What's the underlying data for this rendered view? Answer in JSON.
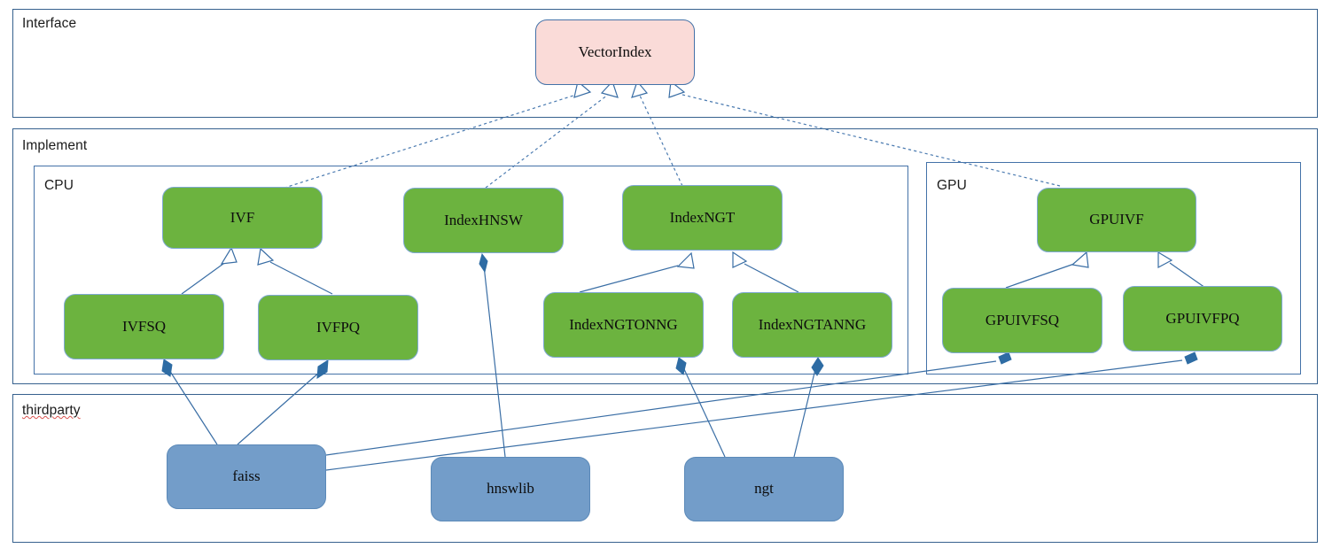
{
  "diagram": {
    "type": "uml-class-diagram",
    "title": "VectorIndex class hierarchy",
    "colors": {
      "interface_fill": "#fadbd8",
      "implement_fill": "#6cb33f",
      "thirdparty_fill": "#739dc9",
      "package_border": "#36618e",
      "edge": "#3a6ea5",
      "misspell_underline": "#d9534f"
    }
  },
  "packages": [
    {
      "id": "interface",
      "label": "Interface",
      "misspelled": false
    },
    {
      "id": "implement",
      "label": "Implement",
      "misspelled": false
    },
    {
      "id": "cpu",
      "label": "CPU",
      "misspelled": false
    },
    {
      "id": "gpu",
      "label": "GPU",
      "misspelled": false
    },
    {
      "id": "thirdparty",
      "label": "thirdparty",
      "misspelled": true
    }
  ],
  "nodes": {
    "vectorindex": {
      "label": "VectorIndex",
      "group": "interface",
      "kind": "interface"
    },
    "ivf": {
      "label": "IVF",
      "group": "cpu",
      "kind": "implementation"
    },
    "indexhnsw": {
      "label": "IndexHNSW",
      "group": "cpu",
      "kind": "implementation"
    },
    "indexngt": {
      "label": "IndexNGT",
      "group": "cpu",
      "kind": "implementation"
    },
    "ivfsq": {
      "label": "IVFSQ",
      "group": "cpu",
      "kind": "implementation"
    },
    "ivfpq": {
      "label": "IVFPQ",
      "group": "cpu",
      "kind": "implementation"
    },
    "indexngtonng": {
      "label": "IndexNGTONNG",
      "group": "cpu",
      "kind": "implementation"
    },
    "indexngtanng": {
      "label": "IndexNGTANNG",
      "group": "cpu",
      "kind": "implementation"
    },
    "gpuivf": {
      "label": "GPUIVF",
      "group": "gpu",
      "kind": "implementation"
    },
    "gpuivfsq": {
      "label": "GPUIVFSQ",
      "group": "gpu",
      "kind": "implementation"
    },
    "gpuivfpq": {
      "label": "GPUIVFPQ",
      "group": "gpu",
      "kind": "implementation"
    },
    "faiss": {
      "label": "faiss",
      "group": "thirdparty",
      "kind": "library"
    },
    "hnswlib": {
      "label": "hnswlib",
      "group": "thirdparty",
      "kind": "library"
    },
    "ngt": {
      "label": "ngt",
      "group": "thirdparty",
      "kind": "library"
    }
  },
  "relationships": [
    {
      "from": "ivf",
      "to": "vectorindex",
      "type": "realization"
    },
    {
      "from": "indexhnsw",
      "to": "vectorindex",
      "type": "realization"
    },
    {
      "from": "indexngt",
      "to": "vectorindex",
      "type": "realization"
    },
    {
      "from": "gpuivf",
      "to": "vectorindex",
      "type": "realization"
    },
    {
      "from": "ivfsq",
      "to": "ivf",
      "type": "generalization"
    },
    {
      "from": "ivfpq",
      "to": "ivf",
      "type": "generalization"
    },
    {
      "from": "indexngtonng",
      "to": "indexngt",
      "type": "generalization"
    },
    {
      "from": "indexngtanng",
      "to": "indexngt",
      "type": "generalization"
    },
    {
      "from": "gpuivfsq",
      "to": "gpuivf",
      "type": "generalization"
    },
    {
      "from": "gpuivfpq",
      "to": "gpuivf",
      "type": "generalization"
    },
    {
      "from": "faiss",
      "to": "ivfsq",
      "type": "composition"
    },
    {
      "from": "faiss",
      "to": "ivfpq",
      "type": "composition"
    },
    {
      "from": "faiss",
      "to": "gpuivfsq",
      "type": "composition"
    },
    {
      "from": "faiss",
      "to": "gpuivfpq",
      "type": "composition"
    },
    {
      "from": "hnswlib",
      "to": "indexhnsw",
      "type": "composition"
    },
    {
      "from": "ngt",
      "to": "indexngtonng",
      "type": "composition"
    },
    {
      "from": "ngt",
      "to": "indexngtanng",
      "type": "composition"
    }
  ]
}
